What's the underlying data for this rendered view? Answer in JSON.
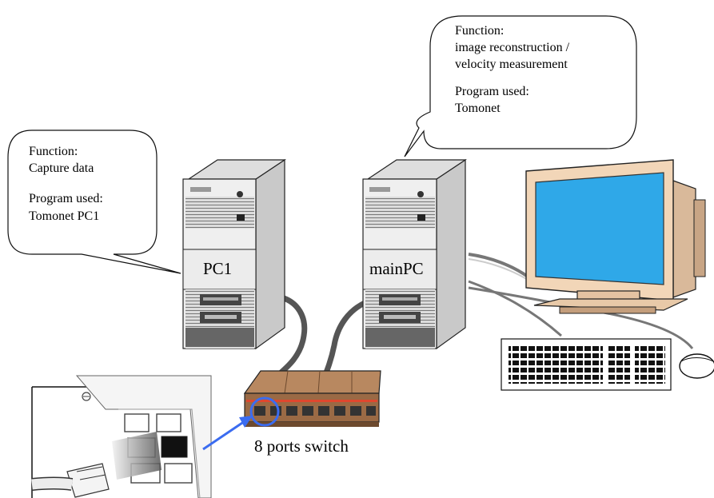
{
  "bubbles": {
    "main": {
      "line1": "Function:",
      "line2": "image reconstruction /",
      "line3": "velocity measurement",
      "line4": "Program used:",
      "line5": "Tomonet"
    },
    "pc1": {
      "line1": "Function:",
      "line2": "Capture data",
      "line3": "Program used:",
      "line4": "Tomonet PC1"
    }
  },
  "labels": {
    "pc1": "PC1",
    "mainpc": "mainPC",
    "switch": "8 ports switch"
  },
  "colors": {
    "monitor_case": "#f2d6b8",
    "monitor_screen": "#2fa8e8",
    "switch_body": "#9a6a45",
    "switch_stripe": "#e0472e",
    "highlight": "#3b6cf0"
  }
}
